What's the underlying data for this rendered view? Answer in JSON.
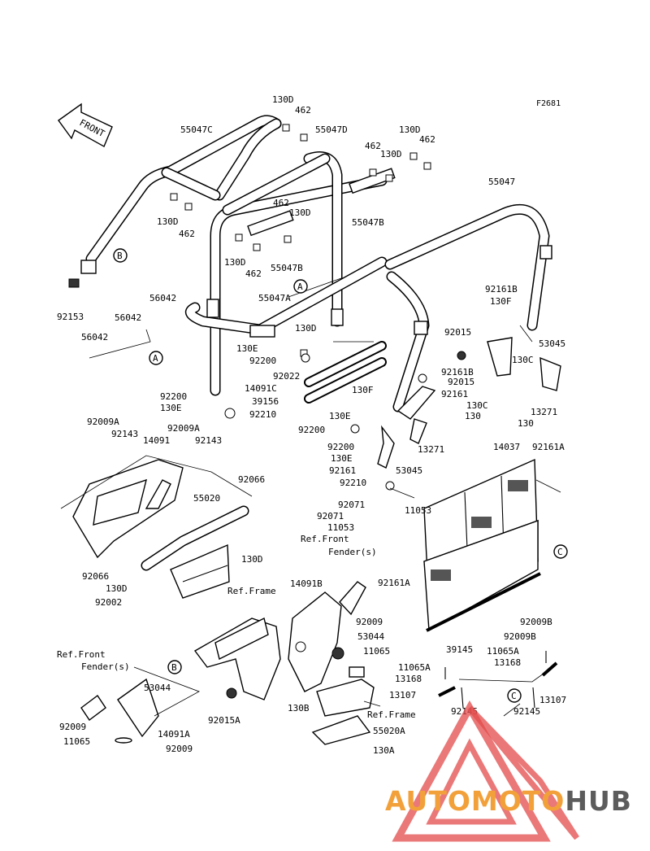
{
  "figure_code": "F2681",
  "front_arrow": "FRONT",
  "labels": [
    {
      "id": "130D_a",
      "text": "130D"
    },
    {
      "id": "462_a",
      "text": "462"
    },
    {
      "id": "55047C",
      "text": "55047C"
    },
    {
      "id": "55047D",
      "text": "55047D"
    },
    {
      "id": "130D_b",
      "text": "130D"
    },
    {
      "id": "462_b",
      "text": "462"
    },
    {
      "id": "462_c",
      "text": "462"
    },
    {
      "id": "130D_c",
      "text": "130D"
    },
    {
      "id": "55047",
      "text": "55047"
    },
    {
      "id": "130D_d",
      "text": "130D"
    },
    {
      "id": "462_d",
      "text": "462"
    },
    {
      "id": "462_e",
      "text": "462"
    },
    {
      "id": "130D_e",
      "text": "130D"
    },
    {
      "id": "55047B_a",
      "text": "55047B"
    },
    {
      "id": "130D_f",
      "text": "130D"
    },
    {
      "id": "462_f",
      "text": "462"
    },
    {
      "id": "55047B_b",
      "text": "55047B"
    },
    {
      "id": "92153",
      "text": "92153"
    },
    {
      "id": "56042_a",
      "text": "56042"
    },
    {
      "id": "56042_b",
      "text": "56042"
    },
    {
      "id": "56042_c",
      "text": "56042"
    },
    {
      "id": "55047A",
      "text": "55047A"
    },
    {
      "id": "130D_g",
      "text": "130D"
    },
    {
      "id": "130E_a",
      "text": "130E"
    },
    {
      "id": "92200_a",
      "text": "92200"
    },
    {
      "id": "92022",
      "text": "92022"
    },
    {
      "id": "14091C",
      "text": "14091C"
    },
    {
      "id": "39156",
      "text": "39156"
    },
    {
      "id": "92200_b",
      "text": "92200"
    },
    {
      "id": "130E_b",
      "text": "130E"
    },
    {
      "id": "92210_a",
      "text": "92210"
    },
    {
      "id": "92161B_a",
      "text": "92161B"
    },
    {
      "id": "130F_a",
      "text": "130F"
    },
    {
      "id": "92015_a",
      "text": "92015"
    },
    {
      "id": "53045_a",
      "text": "53045"
    },
    {
      "id": "130C_a",
      "text": "130C"
    },
    {
      "id": "92161B_b",
      "text": "92161B"
    },
    {
      "id": "92015_b",
      "text": "92015"
    },
    {
      "id": "92161_a",
      "text": "92161"
    },
    {
      "id": "130C_b",
      "text": "130C"
    },
    {
      "id": "130_a",
      "text": "130"
    },
    {
      "id": "13271_a",
      "text": "13271"
    },
    {
      "id": "130_b",
      "text": "130"
    },
    {
      "id": "130F_b",
      "text": "130F"
    },
    {
      "id": "130E_c",
      "text": "130E"
    },
    {
      "id": "92200_c",
      "text": "92200"
    },
    {
      "id": "13271_b",
      "text": "13271"
    },
    {
      "id": "92200_d",
      "text": "92200"
    },
    {
      "id": "130E_d",
      "text": "130E"
    },
    {
      "id": "92161_b",
      "text": "92161"
    },
    {
      "id": "53045_b",
      "text": "53045"
    },
    {
      "id": "92210_b",
      "text": "92210"
    },
    {
      "id": "92009A_a",
      "text": "92009A"
    },
    {
      "id": "92143_a",
      "text": "92143"
    },
    {
      "id": "92009A_b",
      "text": "92009A"
    },
    {
      "id": "14091",
      "text": "14091"
    },
    {
      "id": "92143_b",
      "text": "92143"
    },
    {
      "id": "14037",
      "text": "14037"
    },
    {
      "id": "92161A_a",
      "text": "92161A"
    },
    {
      "id": "92066_a",
      "text": "92066"
    },
    {
      "id": "55020",
      "text": "55020"
    },
    {
      "id": "130D_h",
      "text": "130D"
    },
    {
      "id": "92066_b",
      "text": "92066"
    },
    {
      "id": "130D_i",
      "text": "130D"
    },
    {
      "id": "92002",
      "text": "92002"
    },
    {
      "id": "92071_a",
      "text": "92071"
    },
    {
      "id": "11053_a",
      "text": "11053"
    },
    {
      "id": "92071_b",
      "text": "92071"
    },
    {
      "id": "11053_b",
      "text": "11053"
    },
    {
      "id": "ref_front_fender_1a",
      "text": "Ref.Front"
    },
    {
      "id": "ref_front_fender_1b",
      "text": "Fender(s)"
    },
    {
      "id": "14091B",
      "text": "14091B"
    },
    {
      "id": "92161A_b",
      "text": "92161A"
    },
    {
      "id": "ref_frame_1",
      "text": "Ref.Frame"
    },
    {
      "id": "92009_a",
      "text": "92009"
    },
    {
      "id": "92009B_a",
      "text": "92009B"
    },
    {
      "id": "53044_a",
      "text": "53044"
    },
    {
      "id": "11065_a",
      "text": "11065"
    },
    {
      "id": "92009B_b",
      "text": "92009B"
    },
    {
      "id": "39145",
      "text": "39145"
    },
    {
      "id": "11065A_a",
      "text": "11065A"
    },
    {
      "id": "13168_a",
      "text": "13168"
    },
    {
      "id": "11065A_b",
      "text": "11065A"
    },
    {
      "id": "13168_b",
      "text": "13168"
    },
    {
      "id": "ref_front_fender_2a",
      "text": "Ref.Front"
    },
    {
      "id": "ref_front_fender_2b",
      "text": "Fender(s)"
    },
    {
      "id": "53044_b",
      "text": "53044"
    },
    {
      "id": "13107_a",
      "text": "13107"
    },
    {
      "id": "13107_b",
      "text": "13107"
    },
    {
      "id": "92145_a",
      "text": "92145"
    },
    {
      "id": "92145_b",
      "text": "92145"
    },
    {
      "id": "92015A",
      "text": "92015A"
    },
    {
      "id": "130B",
      "text": "130B"
    },
    {
      "id": "ref_frame_2",
      "text": "Ref.Frame"
    },
    {
      "id": "92009_b",
      "text": "92009"
    },
    {
      "id": "14091A",
      "text": "14091A"
    },
    {
      "id": "55020A",
      "text": "55020A"
    },
    {
      "id": "11065_b",
      "text": "11065"
    },
    {
      "id": "92009_c",
      "text": "92009"
    },
    {
      "id": "130A",
      "text": "130A"
    }
  ],
  "callouts": [
    {
      "id": "B1",
      "text": "B"
    },
    {
      "id": "A1",
      "text": "A"
    },
    {
      "id": "A2",
      "text": "A"
    },
    {
      "id": "B2",
      "text": "B"
    },
    {
      "id": "C1",
      "text": "C"
    },
    {
      "id": "C2",
      "text": "C"
    }
  ],
  "watermark": {
    "part1": "AUTOMOTO",
    "part2": "HUB",
    "color1": "#f2a13a",
    "color2": "#5c5c5c",
    "triangle_color": "#e34b4b"
  }
}
